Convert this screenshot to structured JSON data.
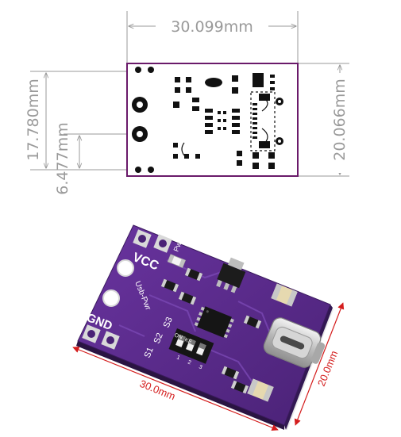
{
  "drawing": {
    "dim_width": "30.099mm",
    "dim_height_right": "20.066mm",
    "dim_height_left": "17.780mm",
    "dim_offset_left": "6.477mm"
  },
  "board": {
    "label_vcc": "VCC",
    "label_gnd": "GND",
    "label_usb_pwr": "Usb-Pwr",
    "label_pwr": "Pwr",
    "label_s1": "S1",
    "label_s2": "S2",
    "label_s3": "S3",
    "label_on": "ON",
    "label_ke": "KE",
    "switch_numbers": [
      "1",
      "2",
      "3"
    ],
    "dim_length": "30.0mm",
    "dim_width": "20.0mm"
  },
  "colors": {
    "outline": "#6a1a6a",
    "pcb": "#5a2a8a",
    "dimension_gray": "#9a9a9a",
    "measure_red": "#d41d1d"
  }
}
